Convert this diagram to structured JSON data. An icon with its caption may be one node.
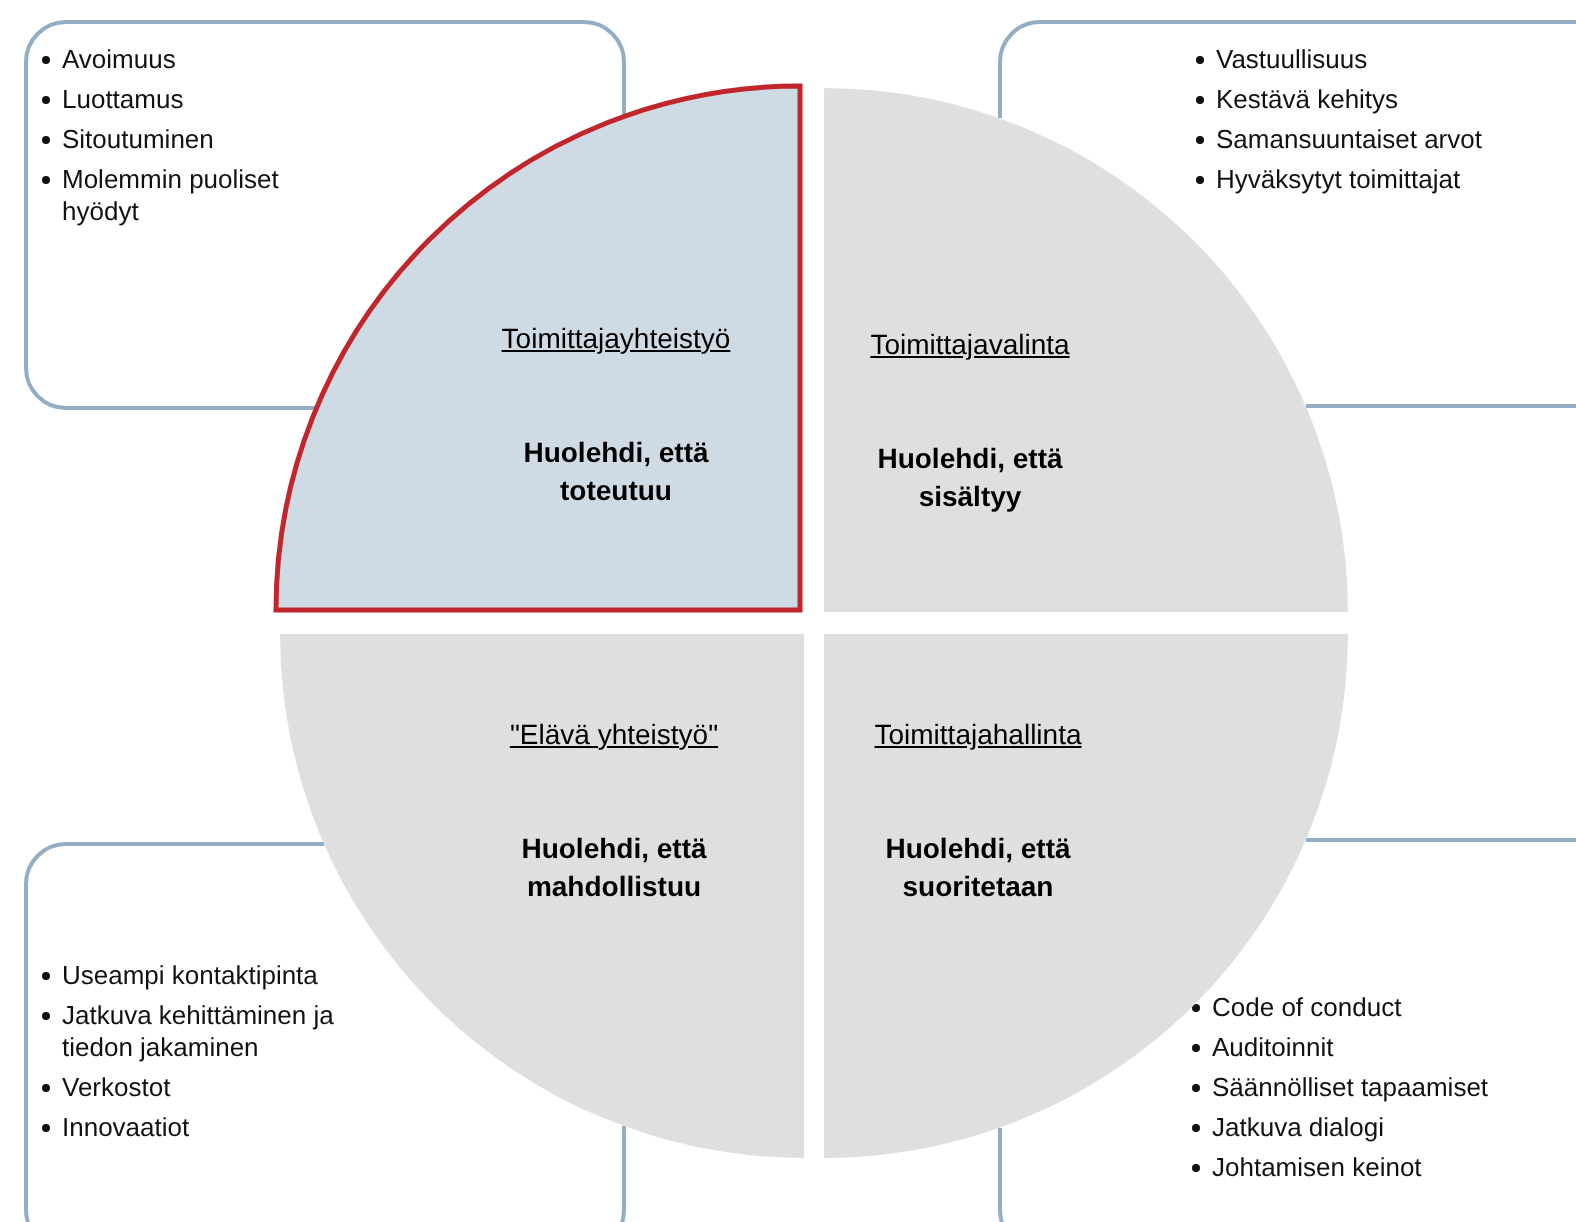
{
  "diagram": {
    "nodes": [
      {
        "text": [
          "Avoimuus",
          "Luottamus",
          "Sitoutuminen",
          "Molemmin puoliset hyödyt"
        ]
      },
      {
        "text": [
          "Vastuullisuus",
          "Kestävä kehitys",
          "Samansuuntaiset arvot",
          "Hyväksytyt toimittajat"
        ]
      },
      {
        "text": [
          "Toimittajayhteistyö",
          "Huolehdi, että toteutuu"
        ]
      },
      {
        "text": [
          "Toimittajavalinta",
          "Huolehdi, että sisältyy"
        ]
      },
      {
        "text": [
          "\"Elävä yhteistyö\"",
          "Huolehdi, että mahdollistuu"
        ]
      },
      {
        "text": [
          "Toimittajahallinta",
          "Huolehdi, että suoritetaan"
        ]
      },
      {
        "text": [
          "Useampi kontaktipinta",
          "Jatkuva kehittäminen ja tiedon jakaminen",
          "Verkostot",
          "Innovaatiot"
        ]
      },
      {
        "text": [
          "Code of conduct",
          "Auditoinnit",
          "Säännölliset tapaamiset",
          "Jatkuva dialogi",
          "Johtamisen keinot"
        ]
      }
    ]
  }
}
